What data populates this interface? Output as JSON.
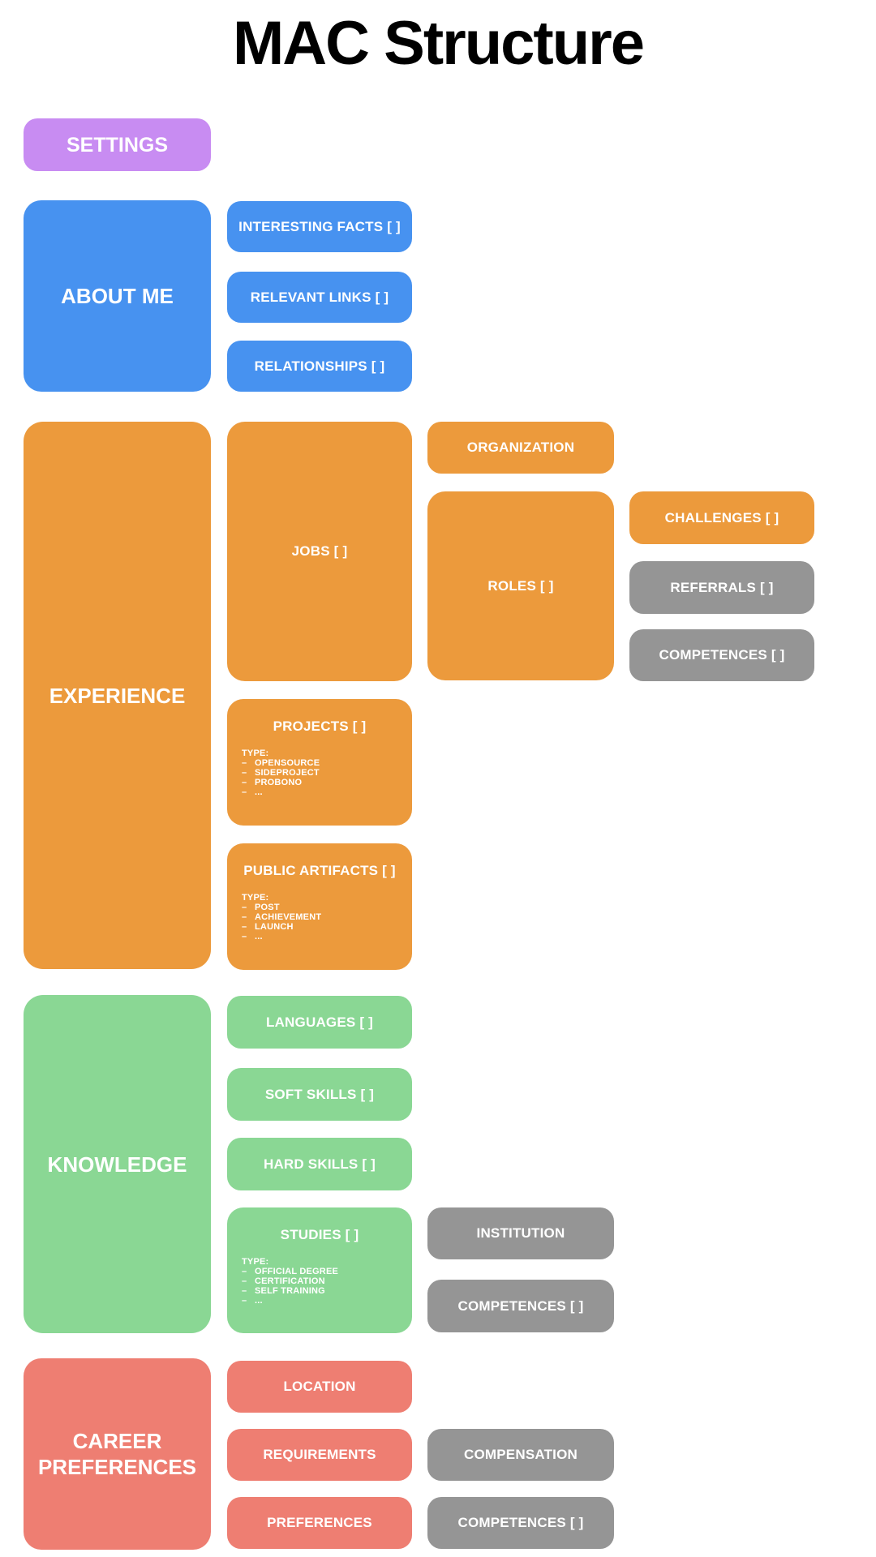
{
  "title": "MAC Structure",
  "bullet": "–",
  "colors": {
    "purple": "#C88CF2",
    "blue": "#4792F0",
    "orange": "#EC9A3C",
    "green": "#8AD794",
    "red": "#EE7E72",
    "gray": "#959595",
    "text": "#FFFFFF",
    "background": "#FFFFFF"
  },
  "nodes": {
    "settings": "SETTINGS",
    "about": {
      "label": "ABOUT ME",
      "interesting_facts": "INTERESTING FACTS [ ]",
      "relevant_links": "RELEVANT LINKS [ ]",
      "relationships": "RELATIONSHIPS [ ]"
    },
    "experience": {
      "label": "EXPERIENCE",
      "jobs": "JOBS [ ]",
      "projects": {
        "label": "PROJECTS [ ]",
        "type_heading": "TYPE:",
        "types": [
          "OPENSOURCE",
          "SIDEPROJECT",
          "PROBONO",
          "..."
        ]
      },
      "public_artifacts": {
        "label": "PUBLIC ARTIFACTS [ ]",
        "type_heading": "TYPE:",
        "types": [
          "POST",
          "ACHIEVEMENT",
          "LAUNCH",
          "..."
        ]
      },
      "organization": "ORGANIZATION",
      "roles": "ROLES [ ]",
      "challenges": "CHALLENGES [ ]",
      "referrals": "REFERRALS [ ]",
      "competences": "COMPETENCES [ ]"
    },
    "knowledge": {
      "label": "KNOWLEDGE",
      "languages": "LANGUAGES [ ]",
      "soft_skills": "SOFT SKILLS [ ]",
      "hard_skills": "HARD SKILLS [ ]",
      "studies": {
        "label": "STUDIES [ ]",
        "type_heading": "TYPE:",
        "types": [
          "OFFICIAL DEGREE",
          "CERTIFICATION",
          "SELF TRAINING",
          "..."
        ]
      },
      "institution": "INSTITUTION",
      "competences": "COMPETENCES [ ]"
    },
    "career_preferences": {
      "label": "CAREER PREFERENCES",
      "location": "LOCATION",
      "requirements": "REQUIREMENTS",
      "preferences": "PREFERENCES",
      "compensation": "COMPENSATION",
      "competences": "COMPETENCES [ ]"
    }
  }
}
